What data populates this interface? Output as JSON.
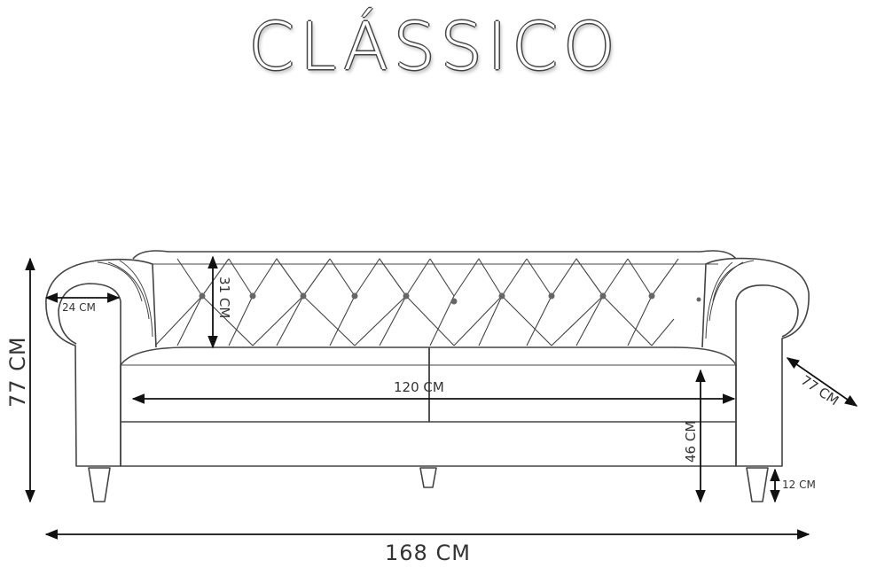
{
  "title": "CLÁSSICO",
  "dimensions": {
    "total_width": "168 CM",
    "total_height": "77 CM",
    "depth": "77 CM",
    "seat_width": "120 CM",
    "seat_height": "46 CM",
    "backrest_height": "31 CM",
    "arm_width": "24 CM",
    "leg_height": "12 CM"
  },
  "colors": {
    "line": "#444444",
    "button": "#666666",
    "text": "#333333"
  }
}
